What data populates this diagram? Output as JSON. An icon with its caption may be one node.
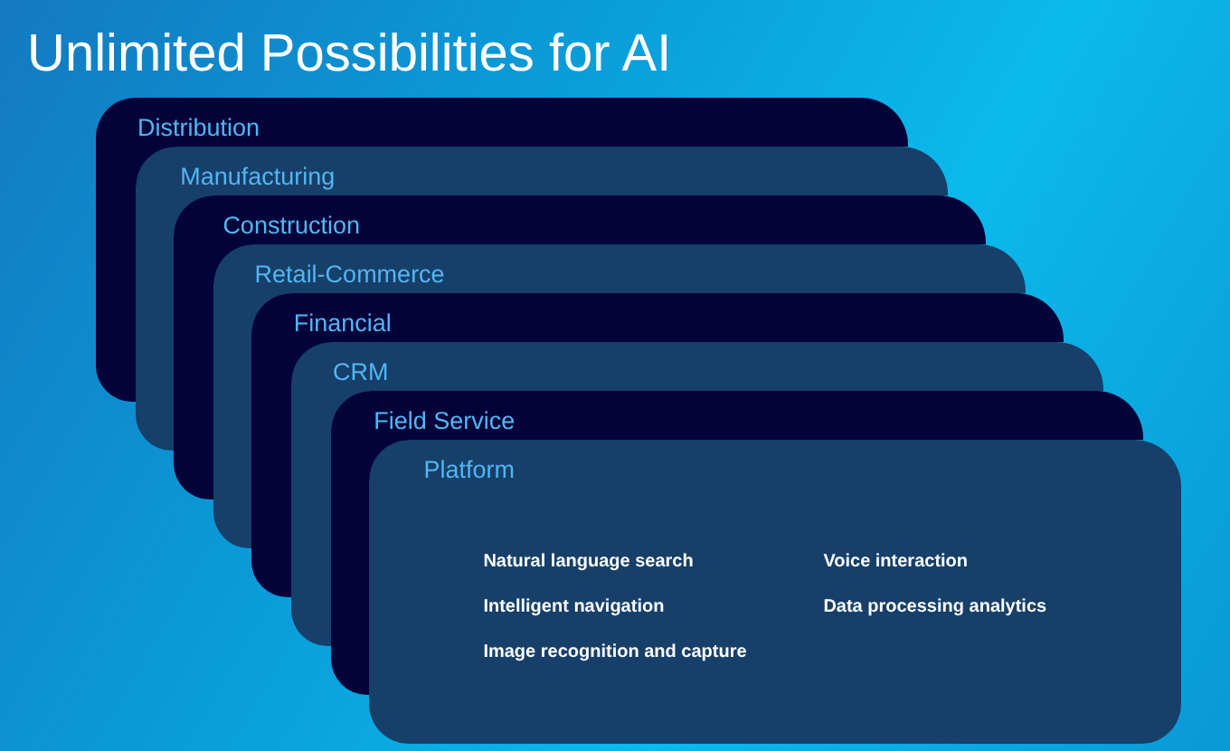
{
  "diagram": {
    "title": "Unlimited Possibilities for AI",
    "nodes": [
      {
        "text": [
          "Distribution"
        ]
      },
      {
        "text": [
          "Manufacturing"
        ]
      },
      {
        "text": [
          "Construction"
        ]
      },
      {
        "text": [
          "Retail-Commerce"
        ]
      },
      {
        "text": [
          "Financial"
        ]
      },
      {
        "text": [
          "CRM"
        ]
      },
      {
        "text": [
          "Field Service"
        ]
      },
      {
        "text": [
          "Platform",
          "Natural language search",
          "Voice interaction",
          "Intelligent navigation",
          "Data processing analytics",
          "Image recognition and capture"
        ]
      }
    ]
  }
}
